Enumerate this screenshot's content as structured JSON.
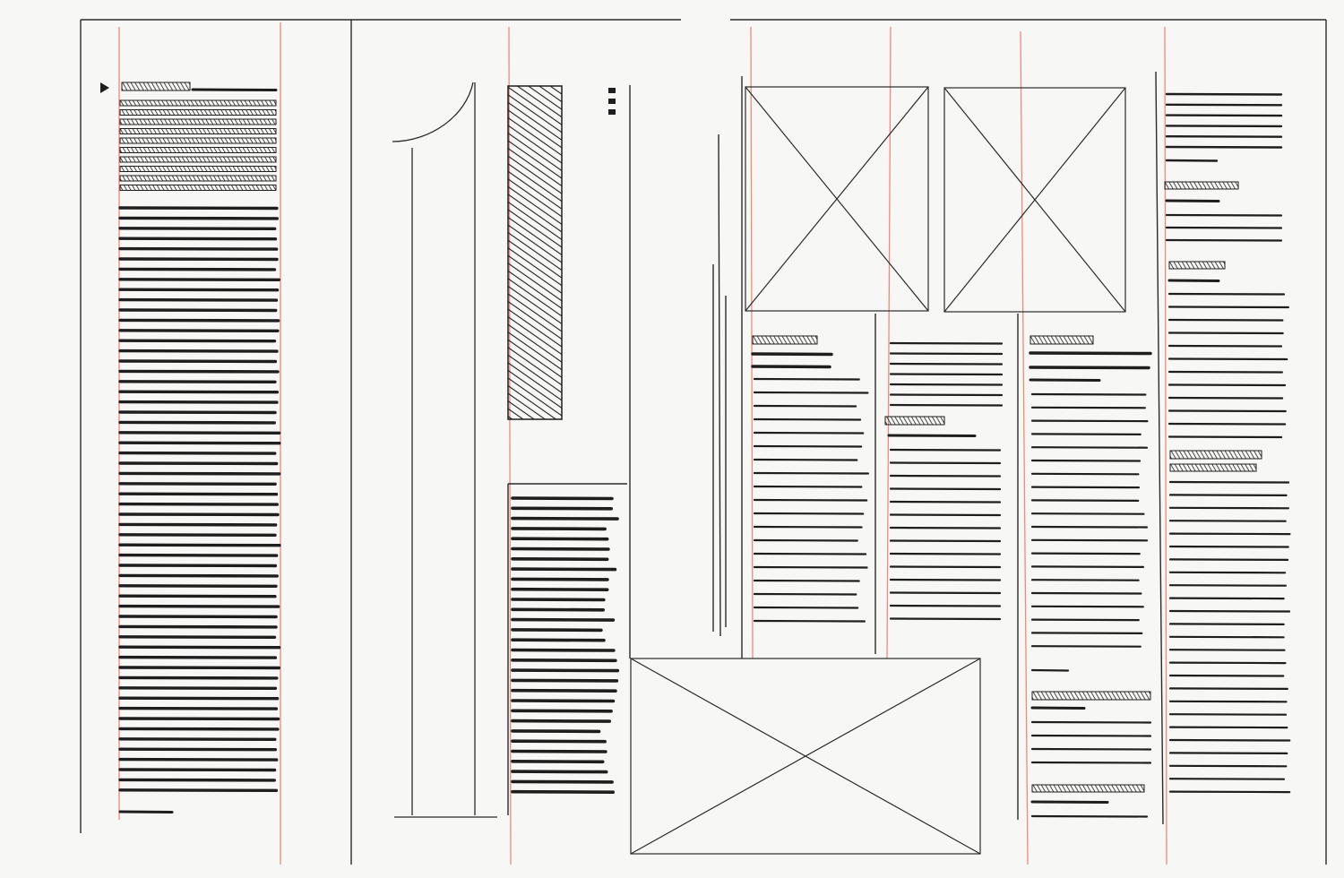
{
  "colors": {
    "paper": "#f7f7f5",
    "ink": "#1e1e1e",
    "pencil": "#3a3a3a",
    "grid_guide": "#f08a7a"
  },
  "sketch": {
    "description_visible_text": "",
    "spreads": [
      {
        "name": "left-spread",
        "panels": [
          "column-text-block",
          "large-numeral-one",
          "hatched-image-block",
          "body-text-block",
          "ornament-marks"
        ]
      },
      {
        "name": "right-spread",
        "panels": [
          "image-placeholder-1",
          "image-placeholder-2",
          "text-columns",
          "bottom-image-placeholder",
          "right-column-text"
        ]
      }
    ],
    "placeholder_icon": "x-box-icon"
  }
}
